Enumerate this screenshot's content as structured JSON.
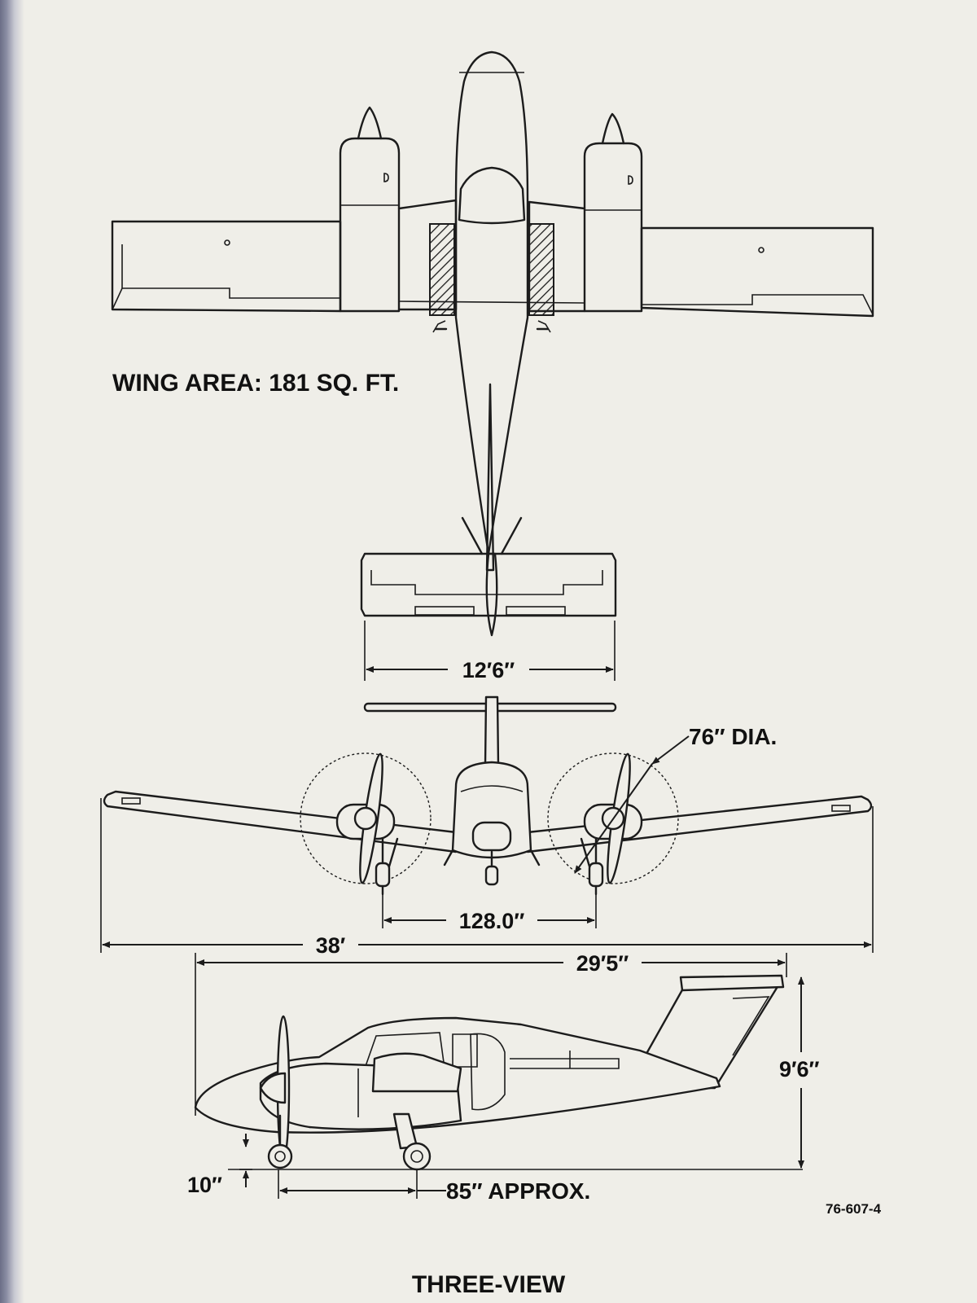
{
  "labels": {
    "wing_area": "WING AREA: 181 SQ. FT.",
    "tail_span": "12′6″",
    "prop_dia": "76″ DIA.",
    "gear_track": "128.0″",
    "wing_span": "38′",
    "length": "29′5″",
    "height": "9′6″",
    "ground_clearance": "10″",
    "wheelbase": "85″ APPROX.",
    "figure_number": "76-607-4",
    "caption": "THREE-VIEW"
  },
  "colors": {
    "paper": "#efeee8",
    "ink": "#1c1c1c"
  }
}
